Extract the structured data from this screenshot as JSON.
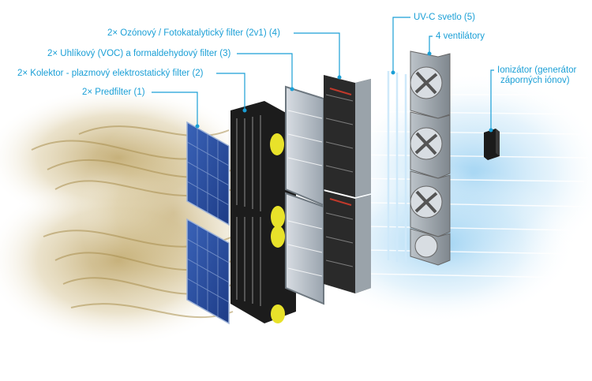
{
  "labels": {
    "ozone": "2× Ozónový / Fotokatalytický filter (2v1) (4)",
    "carbon": "2× Uhlíkový (VOC) a formaldehydový filter (3)",
    "collector": "2× Kolektor - plazmový elektrostatický filter (2)",
    "prefilter": "2× Predfilter (1)",
    "uvc": "UV-C svetlo (5)",
    "fans": "4 ventilátory",
    "ionizer_line1": "Ionizátor (generátor",
    "ionizer_line2": "záporných iónov)"
  },
  "colors": {
    "accent": "#1a9fd6",
    "dirty_air": "#c8b27a",
    "clean_air": "#9fd3f2",
    "yellow_knob": "#e8e22a"
  }
}
